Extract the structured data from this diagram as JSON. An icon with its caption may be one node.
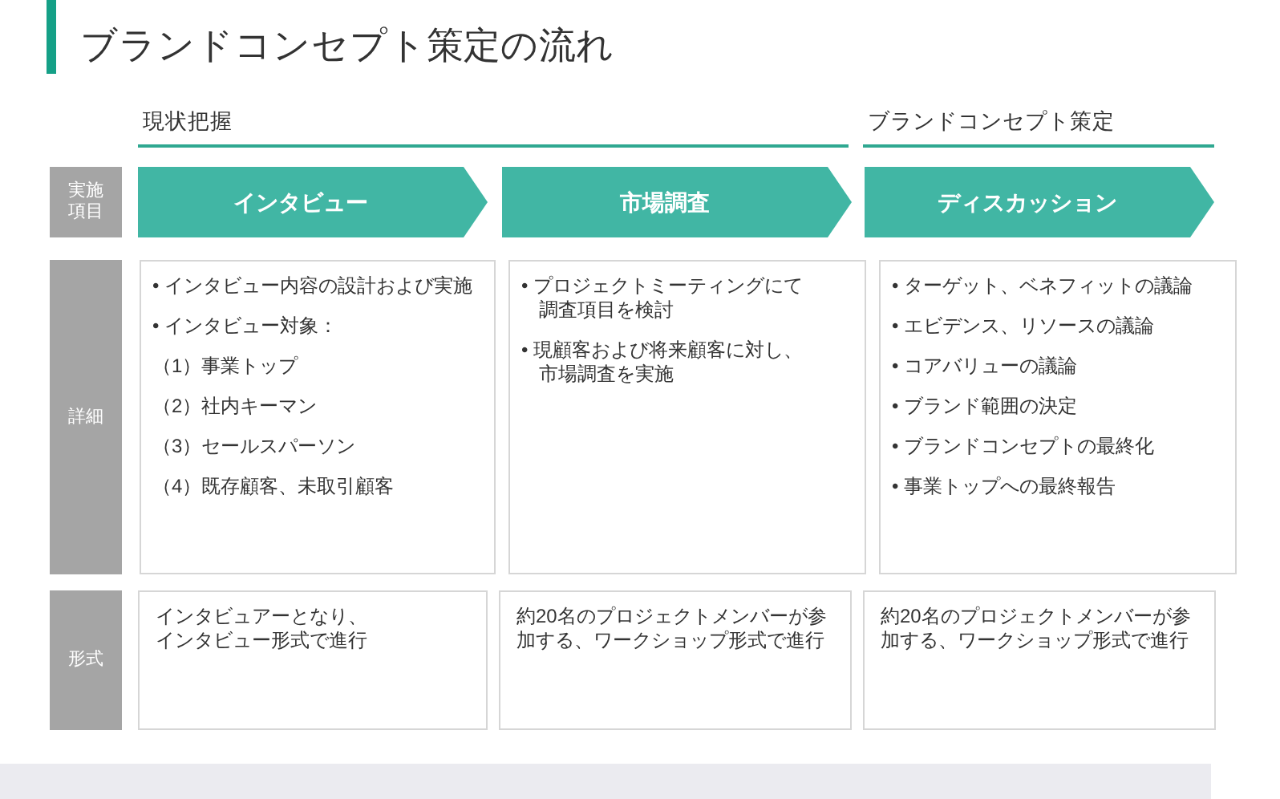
{
  "diagram": {
    "title": "ブランドコンセプト策定の流れ",
    "nodes": [
      {
        "text": [
          "実施項目"
        ]
      },
      {
        "text": [
          "インタビュー"
        ]
      },
      {
        "text": [
          "市場調査"
        ]
      },
      {
        "text": [
          "ディスカッション"
        ]
      },
      {
        "text": [
          "詳細"
        ]
      },
      {
        "text": [
          "• インタビュー内容の設計および実施",
          "• インタビュー対象：",
          "（1）事業トップ",
          "（2）社内キーマン",
          "（3）セールスパーソン",
          "（4）既存顧客、未取引顧客"
        ]
      },
      {
        "text": [
          "• プロジェクトミーティングにて調査項目を検討",
          "• 現顧客および将来顧客に対し、市場調査を実施"
        ]
      },
      {
        "text": [
          "• ターゲット、ベネフィットの議論",
          "• エビデンス、リソースの議論",
          "• コアバリューの議論",
          "• ブランド範囲の決定",
          "• ブランドコンセプトの最終化",
          "• 事業トップへの最終報告"
        ]
      },
      {
        "text": [
          "形式"
        ]
      },
      {
        "text": [
          "インタビュアーとなり、インタビュー形式で進行"
        ]
      },
      {
        "text": [
          "約20名のプロジェクトメンバーが参加する、ワークショップ形式で進行"
        ]
      },
      {
        "text": [
          "約20名のプロジェクトメンバーが参加する、ワークショップ形式で進行"
        ]
      }
    ],
    "labels": [
      "現状把握",
      "ブランドコンセプト策定"
    ]
  }
}
